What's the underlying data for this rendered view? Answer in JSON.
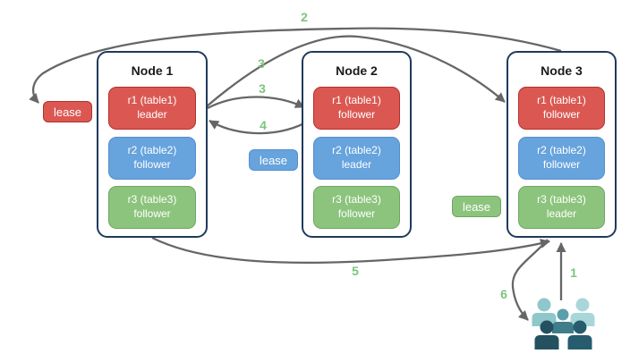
{
  "nodes": [
    {
      "title": "Node 1",
      "replicas": [
        {
          "name": "r1 (table1)",
          "role": "leader",
          "color": "red"
        },
        {
          "name": "r2 (table2)",
          "role": "follower",
          "color": "blue"
        },
        {
          "name": "r3 (table3)",
          "role": "follower",
          "color": "green"
        }
      ]
    },
    {
      "title": "Node 2",
      "replicas": [
        {
          "name": "r1 (table1)",
          "role": "follower",
          "color": "red"
        },
        {
          "name": "r2 (table2)",
          "role": "leader",
          "color": "blue"
        },
        {
          "name": "r3 (table3)",
          "role": "follower",
          "color": "green"
        }
      ]
    },
    {
      "title": "Node 3",
      "replicas": [
        {
          "name": "r1 (table1)",
          "role": "follower",
          "color": "red"
        },
        {
          "name": "r2 (table2)",
          "role": "follower",
          "color": "blue"
        },
        {
          "name": "r3 (table3)",
          "role": "leader",
          "color": "green"
        }
      ]
    }
  ],
  "leases": [
    {
      "label": "lease",
      "color": "red"
    },
    {
      "label": "lease",
      "color": "blue"
    },
    {
      "label": "lease",
      "color": "green"
    }
  ],
  "step_labels": [
    "2",
    "3",
    "3",
    "4",
    "5",
    "1",
    "6"
  ],
  "users_icon": {
    "back_left": "#8fc7ca",
    "back_right": "#a9d7d9",
    "middle_head": "#58a0ab",
    "middle_body": "#3f7d8a",
    "front_left": "#24505f",
    "front_right": "#265c6e"
  },
  "colors": {
    "replica_red": "#db5852",
    "replica_red_border": "#b5302b",
    "replica_blue": "#67a3dd",
    "replica_blue_border": "#5590cc",
    "replica_green": "#8cc47d",
    "replica_green_border": "#6fa661",
    "node_border": "#1f3a5c",
    "arrow": "#666666",
    "step_label": "#7cc47d"
  }
}
